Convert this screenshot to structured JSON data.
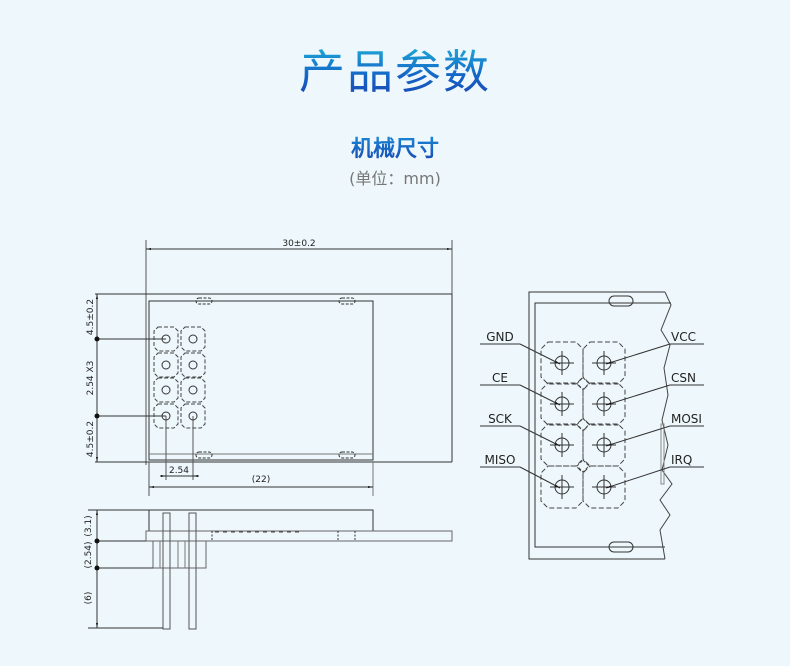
{
  "header": {
    "title": "产品参数",
    "section_title": "机械尺寸",
    "unit_note": "(单位：mm)"
  },
  "top_view": {
    "dimensions": {
      "width": "30±0.2",
      "top_margin": "4.5±0.2",
      "pin_pitch_vertical": "2.54 X3",
      "bottom_margin": "4.5±0.2",
      "pin_pitch_horizontal": "2.54",
      "shield_width": "(22)"
    }
  },
  "side_view": {
    "dimensions": {
      "shield_height": "(3.1)",
      "header_height": "(2.54)",
      "pin_length": "(6)"
    }
  },
  "pinout": {
    "left_pins": [
      "GND",
      "CE",
      "SCK",
      "MISO"
    ],
    "right_pins": [
      "VCC",
      "CSN",
      "MOSI",
      "IRQ"
    ]
  },
  "colors": {
    "background": "#eef7fb",
    "title_gradient_top": "#1fb8d9",
    "title_gradient_bottom": "#1b3fae",
    "line": "#333333"
  }
}
